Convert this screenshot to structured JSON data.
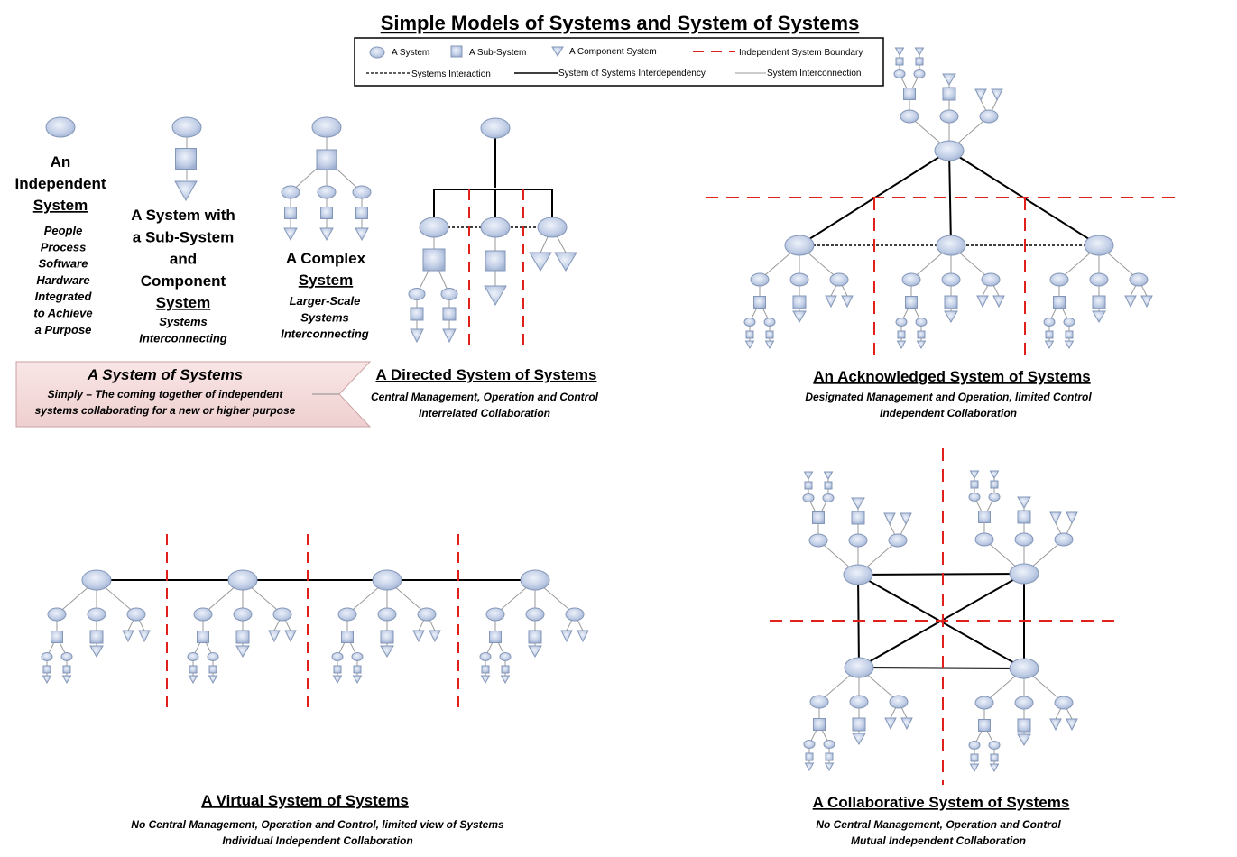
{
  "title": "Simple Models of Systems and System of Systems",
  "legend": {
    "system": "A System",
    "subsystem": "A Sub-System",
    "component": "A Component System",
    "boundary": "Independent System Boundary",
    "interaction": "Systems Interaction",
    "interdependency": "System of Systems Interdependency",
    "interconnection": "System Interconnection"
  },
  "independent": {
    "title_l1": "An",
    "title_l2": "Independent",
    "title_l3": "System",
    "desc": [
      "People",
      "Process",
      "Software",
      "Hardware",
      "Integrated",
      "to Achieve",
      "a Purpose"
    ]
  },
  "subsystem_model": {
    "title": [
      "A System with",
      "a Sub-System",
      "and",
      "Component"
    ],
    "title_u": "System",
    "desc": [
      "Systems",
      "Interconnecting"
    ]
  },
  "complex": {
    "title_l1": "A Complex",
    "title_u": "System",
    "desc": [
      "Larger-Scale",
      "Systems",
      "Interconnecting"
    ]
  },
  "sos_callout": {
    "title": "A System of Systems",
    "desc": [
      "Simply – The coming together of independent",
      "systems collaborating for a new or higher purpose"
    ]
  },
  "directed": {
    "title": "A Directed System of Systems",
    "desc": [
      "Central Management, Operation and Control",
      "Interrelated Collaboration"
    ]
  },
  "acknowledged": {
    "title": "An Acknowledged System of Systems",
    "desc": [
      "Designated Management and Operation, limited Control",
      "Independent Collaboration"
    ]
  },
  "virtual": {
    "title": "A Virtual System of Systems",
    "desc": [
      "No Central Management, Operation and Control, limited view of Systems",
      "Individual Independent Collaboration"
    ]
  },
  "collaborative": {
    "title": "A Collaborative System of Systems",
    "desc": [
      "No Central Management, Operation and Control",
      "Mutual Independent Collaboration"
    ]
  },
  "colors": {
    "node_fill": "#c3cfe6",
    "node_stroke": "#8497b8",
    "boundary": "#e0201a",
    "callout_fill": "#f2d6d6"
  }
}
